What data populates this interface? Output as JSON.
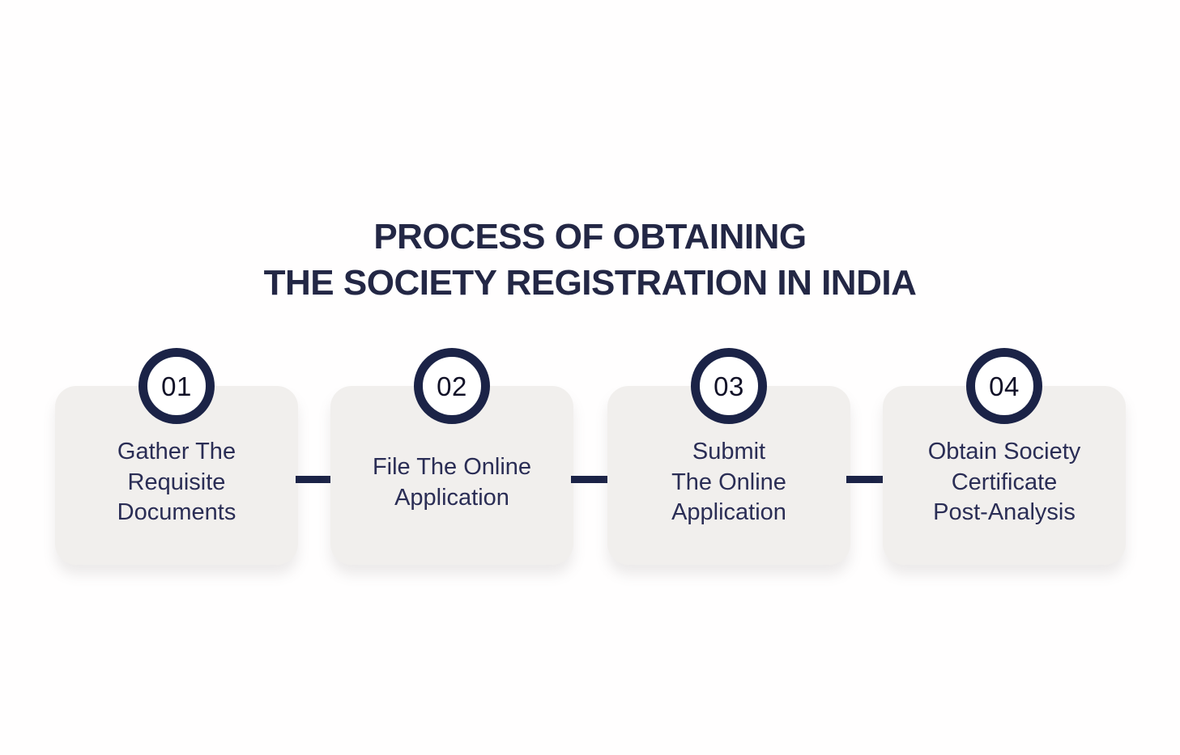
{
  "title": {
    "line1": "PROCESS OF OBTAINING",
    "line2": "THE SOCIETY REGISTRATION IN INDIA"
  },
  "steps": [
    {
      "number": "01",
      "label": "Gather The\nRequisite\nDocuments"
    },
    {
      "number": "02",
      "label": "File The Online\nApplication"
    },
    {
      "number": "03",
      "label": "Submit\nThe Online\nApplication"
    },
    {
      "number": "04",
      "label": "Obtain Society\nCertificate\nPost-Analysis"
    }
  ],
  "colors": {
    "navy": "#1b2347",
    "card_background": "#f1efed",
    "title_text": "#232745",
    "body_text": "#2a2d55",
    "page_background": "#fffefe"
  }
}
